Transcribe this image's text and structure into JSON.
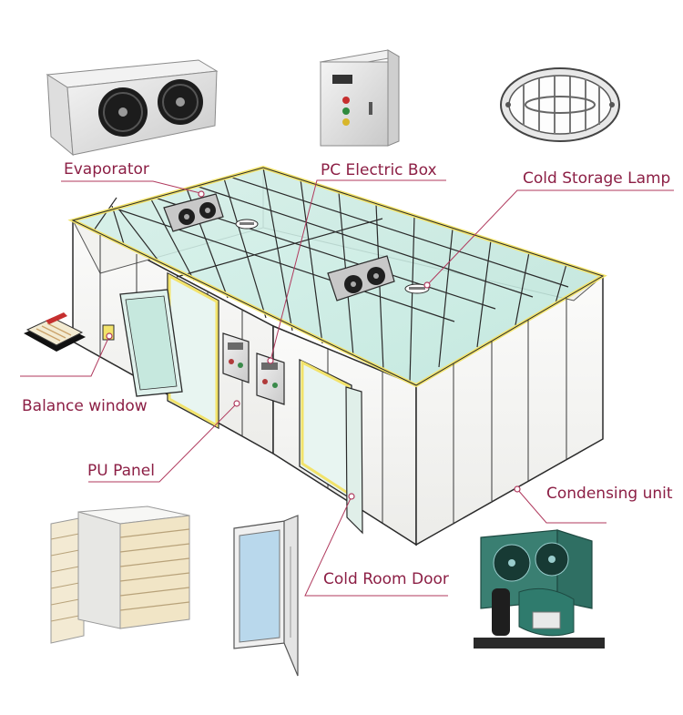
{
  "labels": {
    "evaporator": "Evaporator",
    "pc_electric_box": "PC Electric Box",
    "cold_storage_lamp": "Cold Storage Lamp",
    "balance_window": "Balance window",
    "pu_panel": "PU Panel",
    "condensing_unit": "Condensing unit",
    "cold_room_door": "Cold Room Door"
  },
  "colors": {
    "label_text": "#8c1f45",
    "leader_line": "#b03a5e",
    "frame_yellow": "#f2e36b",
    "glass_top": "#c9ece3",
    "wall_white": "#f5f5f3",
    "outline": "#2a2a2a",
    "insulation_foam": "#ecdcb8",
    "condenser_green": "#2f6f63"
  },
  "icons": [
    "evaporator-icon",
    "electric-box-icon",
    "bulkhead-lamp-icon",
    "balance-window-icon",
    "pu-panel-stack-icon",
    "cold-room-door-icon",
    "condensing-unit-icon"
  ]
}
